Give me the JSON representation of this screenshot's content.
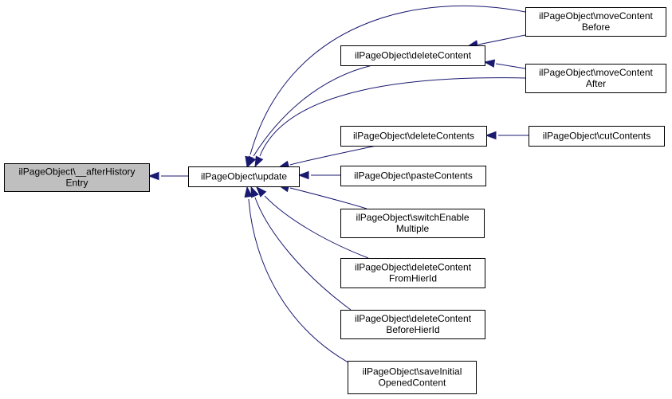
{
  "graph": {
    "nodes": [
      {
        "id": "afterHistoryEntry",
        "lines": [
          "ilPageObject\\__afterHistory",
          "Entry"
        ],
        "focus": true
      },
      {
        "id": "update",
        "lines": [
          "ilPageObject\\update"
        ]
      },
      {
        "id": "deleteContent",
        "lines": [
          "ilPageObject\\deleteContent"
        ]
      },
      {
        "id": "moveContentBefore",
        "lines": [
          "ilPageObject\\moveContent",
          "Before"
        ]
      },
      {
        "id": "moveContentAfter",
        "lines": [
          "ilPageObject\\moveContent",
          "After"
        ]
      },
      {
        "id": "deleteContents",
        "lines": [
          "ilPageObject\\deleteContents"
        ]
      },
      {
        "id": "cutContents",
        "lines": [
          "ilPageObject\\cutContents"
        ]
      },
      {
        "id": "pasteContents",
        "lines": [
          "ilPageObject\\pasteContents"
        ]
      },
      {
        "id": "switchEnableMultiple",
        "lines": [
          "ilPageObject\\switchEnable",
          "Multiple"
        ]
      },
      {
        "id": "deleteContentFromHierId",
        "lines": [
          "ilPageObject\\deleteContent",
          "FromHierId"
        ]
      },
      {
        "id": "deleteContentBeforeHierId",
        "lines": [
          "ilPageObject\\deleteContent",
          "BeforeHierId"
        ]
      },
      {
        "id": "saveInitialOpenedContent",
        "lines": [
          "ilPageObject\\saveInitial",
          "OpenedContent"
        ]
      }
    ],
    "edges": [
      {
        "from": "update",
        "to": "afterHistoryEntry"
      },
      {
        "from": "deleteContent",
        "to": "update"
      },
      {
        "from": "moveContentBefore",
        "to": "update"
      },
      {
        "from": "moveContentAfter",
        "to": "update"
      },
      {
        "from": "deleteContents",
        "to": "update"
      },
      {
        "from": "pasteContents",
        "to": "update"
      },
      {
        "from": "switchEnableMultiple",
        "to": "update"
      },
      {
        "from": "deleteContentFromHierId",
        "to": "update"
      },
      {
        "from": "deleteContentBeforeHierId",
        "to": "update"
      },
      {
        "from": "saveInitialOpenedContent",
        "to": "update"
      },
      {
        "from": "moveContentBefore",
        "to": "deleteContent"
      },
      {
        "from": "moveContentAfter",
        "to": "deleteContent"
      },
      {
        "from": "cutContents",
        "to": "deleteContents"
      }
    ],
    "colors": {
      "edge": "#191970",
      "focus_fill": "#bfbfbf",
      "node_fill": "#ffffff",
      "border": "#000000"
    }
  }
}
